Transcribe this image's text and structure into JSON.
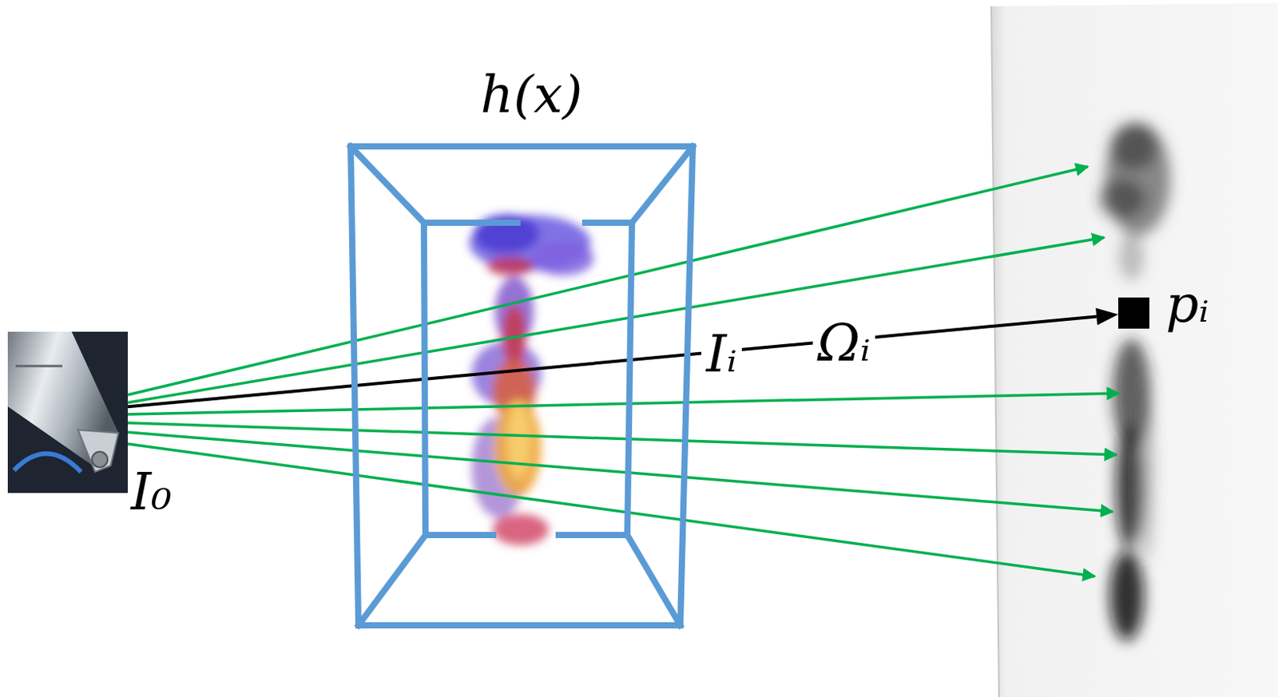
{
  "diagram": {
    "nodes": [
      {
        "text": [
          "I₀"
        ]
      },
      {
        "text": [
          "h(x)"
        ]
      },
      {
        "text": [
          "pᵢ"
        ]
      }
    ],
    "edges": [
      {
        "from": 0,
        "to": 2,
        "arrow": "to"
      }
    ],
    "labels": [
      "Iᵢ",
      "Ωᵢ"
    ]
  }
}
